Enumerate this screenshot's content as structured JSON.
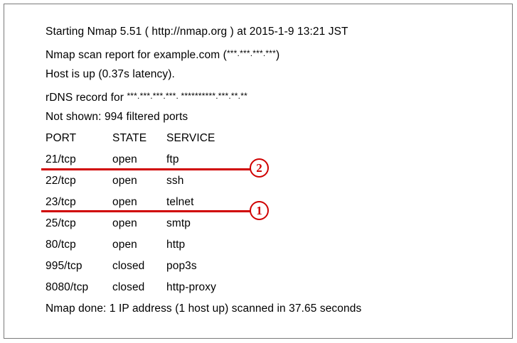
{
  "window": {
    "background_color": "#ffffff",
    "border_color": "#7a7a7a",
    "annotation_color": "#d00000",
    "text_color": "#000000"
  },
  "terminal": {
    "header_lines": [
      "Starting Nmap 5.51 ( http://nmap.org ) at 2015-1-9 13:21 JST"
    ],
    "scan_report_prefix": "Nmap scan report for example.com (",
    "scan_report_mask": "***.***.***.***",
    "scan_report_suffix": ")",
    "host_status": "Host is up (0.37s latency).",
    "rdns_prefix": "rDNS record for ",
    "rdns_mask": "***.***.***.***. **********.***.**.**",
    "not_shown": "Not shown: 994 filtered ports",
    "footer": "Nmap done: 1 IP address (1 host up) scanned in 37.65 seconds"
  },
  "port_table": {
    "headers": {
      "port": "PORT",
      "state": "STATE",
      "service": "SERVICE"
    },
    "rows": [
      {
        "port": "21/tcp",
        "state": "open",
        "service": "ftp"
      },
      {
        "port": "22/tcp",
        "state": "open",
        "service": "ssh"
      },
      {
        "port": "23/tcp",
        "state": "open",
        "service": "telnet"
      },
      {
        "port": "25/tcp",
        "state": "open",
        "service": "smtp"
      },
      {
        "port": "80/tcp",
        "state": "open",
        "service": "http"
      },
      {
        "port": "995/tcp",
        "state": "closed",
        "service": "pop3s"
      },
      {
        "port": "8080/tcp",
        "state": "closed",
        "service": "http-proxy"
      }
    ]
  },
  "annotations": [
    {
      "label": "2",
      "target_row": "21/tcp"
    },
    {
      "label": "1",
      "target_row": "23/tcp"
    }
  ]
}
